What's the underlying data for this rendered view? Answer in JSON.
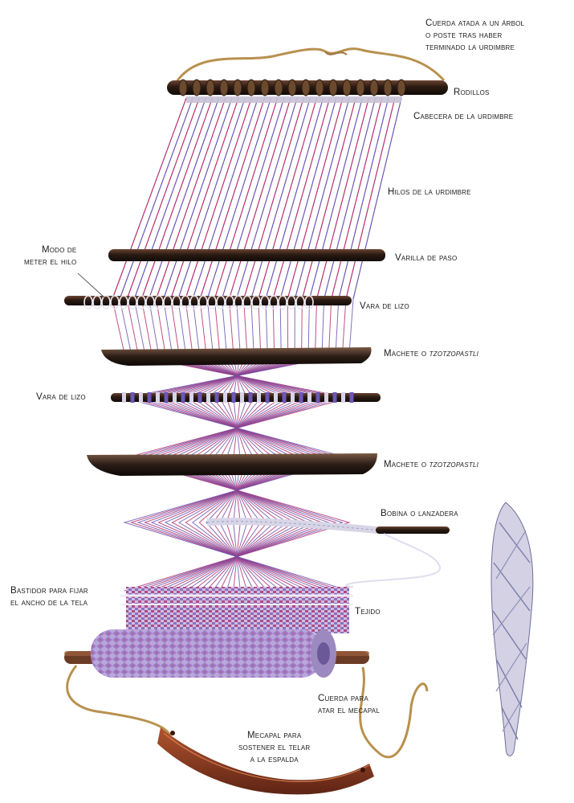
{
  "figure": {
    "labels": {
      "cuerda_arbol": [
        "Cuerda atada a un árbol",
        "o poste tras haber",
        "terminado la urdimbre"
      ],
      "rodillos": "Rodillos",
      "cabecera": "Cabecera de la urdimbre",
      "hilos": "Hilos de la urdimbre",
      "modo_meter": [
        "Modo de",
        "meter el hilo"
      ],
      "varilla_paso": "Varilla de paso",
      "vara_lizo_1": "Vara de lizo",
      "machete_1_prefix": "Machete o ",
      "machete_1_term": "tzotzopastli",
      "vara_lizo_2": "Vara de lizo",
      "machete_2_prefix": "Machete o ",
      "machete_2_term": "tzotzopastli",
      "bobina": "Bobina o lanzadera",
      "bastidor": [
        "Bastidor para fijar",
        "el ancho de la tela"
      ],
      "tejido": "Tejido",
      "cuerda_mecapal": [
        "Cuerda para",
        "atar el mecapal"
      ],
      "mecapal": [
        "Mecapal para",
        "sostener el telar",
        "a la espalda"
      ]
    },
    "colors": {
      "warp_magenta": "#b4316f",
      "warp_violet": "#6b57b5",
      "wood_dark": "#2a1a12",
      "wood_brown": "#5a3422",
      "rope": "#b8914e",
      "strap": "#8a3a22"
    }
  }
}
